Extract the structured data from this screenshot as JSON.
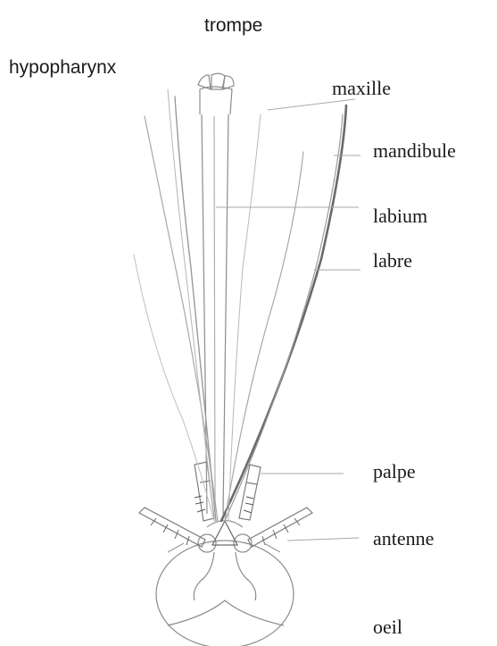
{
  "labels": {
    "trompe": "trompe",
    "hypopharynx": "hypopharynx",
    "maxille": "maxille",
    "mandibule": "mandibule",
    "labium": "labium",
    "labre": "labre",
    "palpe": "palpe",
    "antenne": "antenne",
    "oeil": "oeil"
  }
}
